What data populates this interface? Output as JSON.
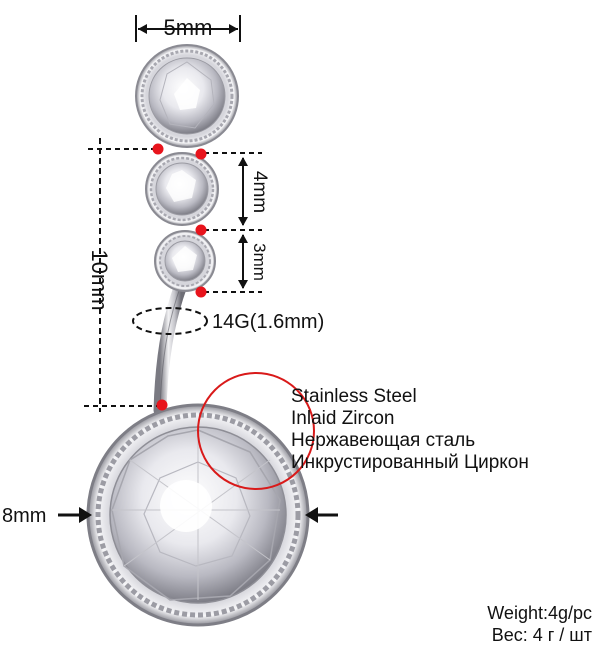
{
  "dimensions": {
    "top_width": "5mm",
    "upper_stone": "4mm",
    "lower_stone": "3mm",
    "bar_length": "10mm",
    "gauge": "14G(1.6mm)",
    "main_stone": "8mm"
  },
  "specs": [
    "Stainless Steel",
    "Inlaid Zircon",
    "Нержавеющая сталь",
    "Инкрустированный Циркон"
  ],
  "weight": {
    "en": "Weight:4g/pc",
    "ru": "Вес: 4 г / шт"
  },
  "colors": {
    "marker": "#e8141c",
    "line": "#111111",
    "callout_circle": "#d91a1a",
    "metal_light": "#f4f4f6",
    "metal_dark": "#8a8a92"
  }
}
